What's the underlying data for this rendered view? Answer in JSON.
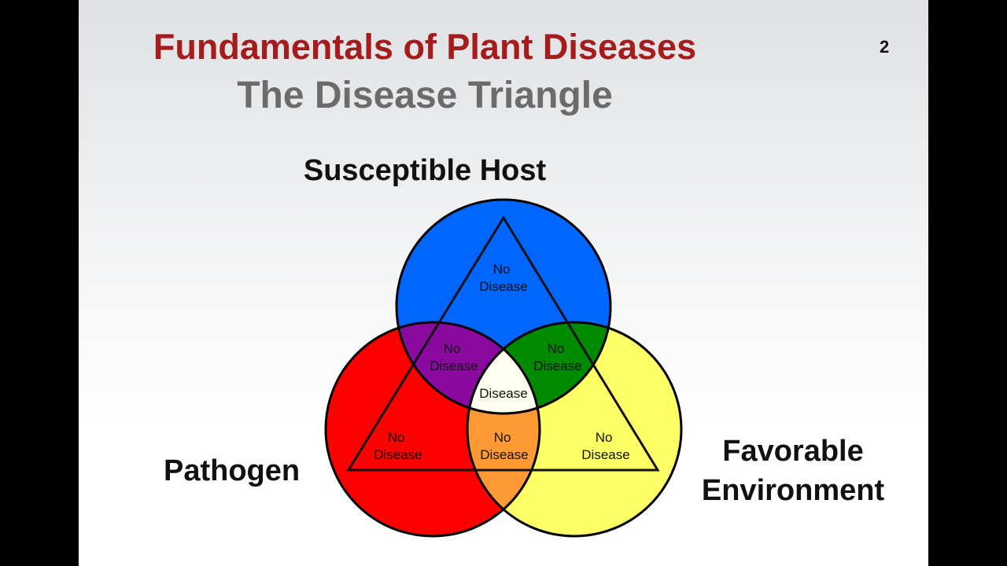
{
  "slide": {
    "title": "Fundamentals of Plant Diseases",
    "subtitle": "The Disease Triangle",
    "page_number": "2"
  },
  "circles": {
    "host": {
      "label": "Susceptible Host",
      "color": "#0066ff"
    },
    "pathogen": {
      "label": "Pathogen",
      "color": "#ff0000"
    },
    "environment": {
      "label_line1": "Favorable",
      "label_line2": "Environment",
      "color": "#ffff66"
    }
  },
  "overlap_colors": {
    "host_pathogen": "#8a0aa0",
    "host_environment": "#008a00",
    "pathogen_environment": "#ff9933",
    "center": "#fffff0"
  },
  "regions": {
    "host_only": {
      "line1": "No",
      "line2": "Disease"
    },
    "host_pathogen": {
      "line1": "No",
      "line2": "Disease"
    },
    "host_environment": {
      "line1": "No",
      "line2": "Disease"
    },
    "pathogen_only": {
      "line1": "No",
      "line2": "Disease"
    },
    "pathogen_environment": {
      "line1": "No",
      "line2": "Disease"
    },
    "environment_only": {
      "line1": "No",
      "line2": "Disease"
    },
    "center": {
      "label": "Disease"
    }
  }
}
